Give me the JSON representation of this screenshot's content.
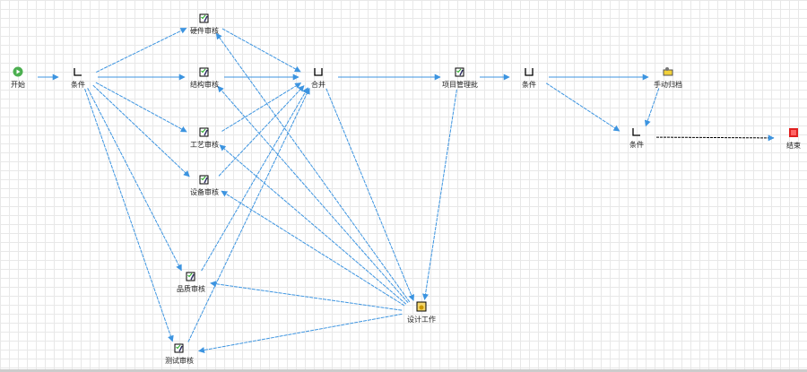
{
  "nodes": [
    {
      "id": "start",
      "label": "开始",
      "icon": "start-icon"
    },
    {
      "id": "cond1",
      "label": "条件",
      "icon": "gateway-split-icon"
    },
    {
      "id": "hw",
      "label": "硬件审核",
      "icon": "approval-task-icon"
    },
    {
      "id": "st",
      "label": "结构审核",
      "icon": "approval-task-icon"
    },
    {
      "id": "gy",
      "label": "工艺审核",
      "icon": "approval-task-icon"
    },
    {
      "id": "sb",
      "label": "设备审核",
      "icon": "approval-task-icon"
    },
    {
      "id": "pz",
      "label": "品质审核",
      "icon": "approval-task-icon"
    },
    {
      "id": "cs",
      "label": "测试审核",
      "icon": "approval-task-icon"
    },
    {
      "id": "join",
      "label": "合并",
      "icon": "gateway-join-icon"
    },
    {
      "id": "xm",
      "label": "项目管理批",
      "icon": "approval-task-icon"
    },
    {
      "id": "cond2",
      "label": "条件",
      "icon": "gateway-join-icon"
    },
    {
      "id": "sd",
      "label": "手动归档",
      "icon": "manual-task-icon"
    },
    {
      "id": "cond3",
      "label": "条件",
      "icon": "gateway-split-icon"
    },
    {
      "id": "end",
      "label": "结束",
      "icon": "end-icon"
    },
    {
      "id": "sj",
      "label": "设计工作",
      "icon": "work-task-icon"
    }
  ],
  "edges": [
    [
      "start",
      "cond1"
    ],
    [
      "cond1",
      "hw"
    ],
    [
      "cond1",
      "st"
    ],
    [
      "cond1",
      "gy"
    ],
    [
      "cond1",
      "sb"
    ],
    [
      "cond1",
      "pz"
    ],
    [
      "cond1",
      "cs"
    ],
    [
      "hw",
      "join"
    ],
    [
      "st",
      "join"
    ],
    [
      "gy",
      "join"
    ],
    [
      "sb",
      "join"
    ],
    [
      "pz",
      "join"
    ],
    [
      "cs",
      "join"
    ],
    [
      "join",
      "xm"
    ],
    [
      "join",
      "sj"
    ],
    [
      "xm",
      "cond2"
    ],
    [
      "xm",
      "sj"
    ],
    [
      "sj",
      "hw"
    ],
    [
      "sj",
      "st"
    ],
    [
      "sj",
      "gy"
    ],
    [
      "sj",
      "sb"
    ],
    [
      "sj",
      "pz"
    ],
    [
      "sj",
      "cs"
    ],
    [
      "cond2",
      "sd"
    ],
    [
      "cond2",
      "cond3"
    ],
    [
      "sd",
      "cond3"
    ],
    [
      "cond3",
      "end",
      "selected"
    ]
  ],
  "colors": {
    "edge": "#3c94e0",
    "selected": "#000000",
    "start": "#4caf50",
    "end": "#e02020"
  }
}
